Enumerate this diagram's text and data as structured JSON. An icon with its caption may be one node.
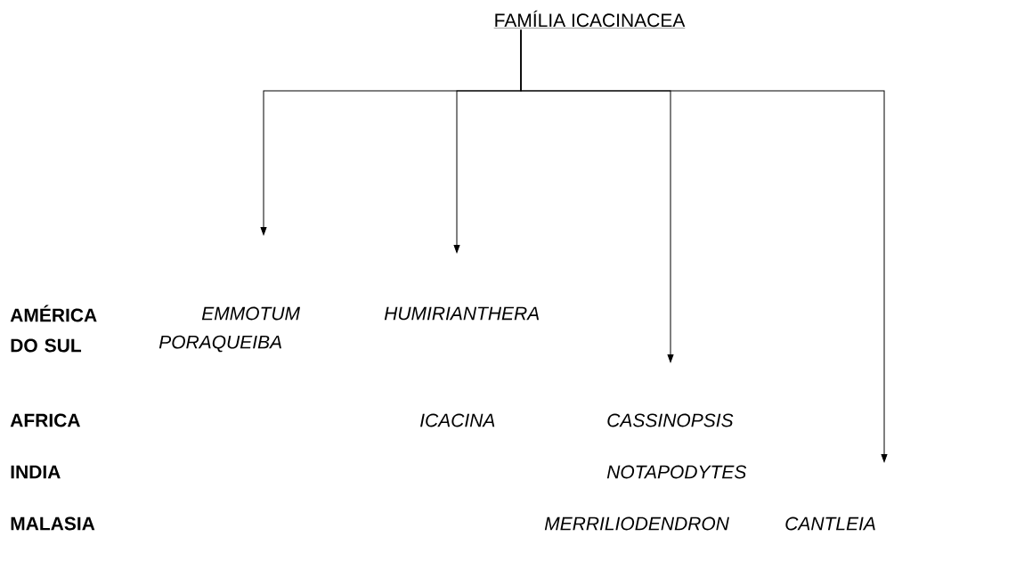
{
  "diagram": {
    "title": "FAMÍLIA ICACINACEA",
    "nodes": [
      {
        "text": [
          "EMMOTUM"
        ]
      },
      {
        "text": [
          "HUMIRIANTHERA"
        ]
      },
      {
        "text": [
          "CASSINOPSIS"
        ]
      },
      {
        "text": [
          "CANTLEIA"
        ]
      }
    ],
    "edges": [
      {
        "from": null,
        "to": 0,
        "arrow": "to"
      },
      {
        "from": null,
        "to": 1,
        "arrow": "to"
      },
      {
        "from": null,
        "to": 2,
        "arrow": "to"
      },
      {
        "from": null,
        "to": 3,
        "arrow": "to"
      }
    ],
    "labels": [
      "AMÉRICA DO SUL",
      "PORAQUEIBA",
      "AFRICA",
      "ICACINA",
      "INDIA",
      "NOTAPODYTES",
      "MALASIA",
      "MERRILIODENDRON"
    ]
  }
}
